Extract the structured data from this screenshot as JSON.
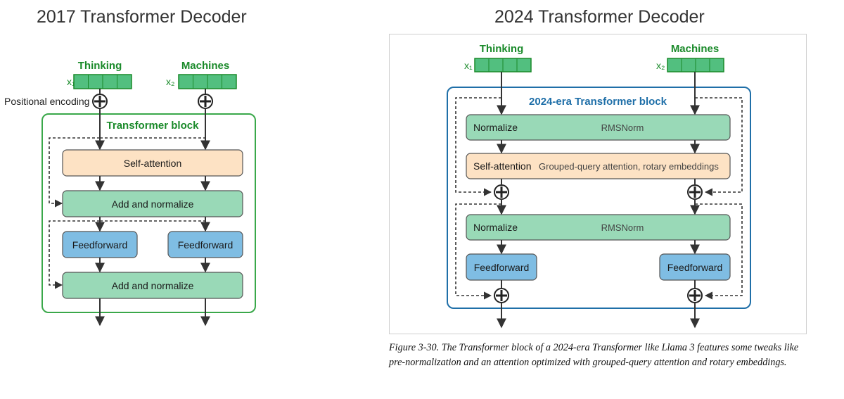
{
  "left_title": "2017 Transformer Decoder",
  "right_title": "2024 Transformer Decoder",
  "left": {
    "token1": "Thinking",
    "token2": "Machines",
    "x1": "x₁",
    "x2": "x₂",
    "positional_encoding": "Positional encoding",
    "block_label": "Transformer block",
    "self_attention": "Self-attention",
    "add_normalize_1": "Add and normalize",
    "feedforward_1": "Feedforward",
    "feedforward_2": "Feedforward",
    "add_normalize_2": "Add and normalize"
  },
  "right": {
    "token1": "Thinking",
    "token2": "Machines",
    "x1": "x₁",
    "x2": "x₂",
    "block_label": "2024-era Transformer block",
    "normalize_1": "Normalize",
    "rmsnorm_1": "RMSNorm",
    "self_attention": "Self-attention",
    "attention_note": "Grouped-query attention, rotary embeddings",
    "normalize_2": "Normalize",
    "rmsnorm_2": "RMSNorm",
    "feedforward_1": "Feedforward",
    "feedforward_2": "Feedforward"
  },
  "caption": "Figure 3-30. The Transformer block of a 2024-era Transformer like Llama 3 features some tweaks like pre-normalization and an attention optimized with grouped-query attention and rotary embeddings.",
  "colors": {
    "green_label": "#1a8a2a",
    "green_box": "#99d9b7",
    "orange_box": "#fde2c4",
    "blue_box": "#7fbde3",
    "block_border_left": "#3aa84a",
    "block_border_right": "#1f6fa8",
    "token_cell": "#52bf7f"
  }
}
